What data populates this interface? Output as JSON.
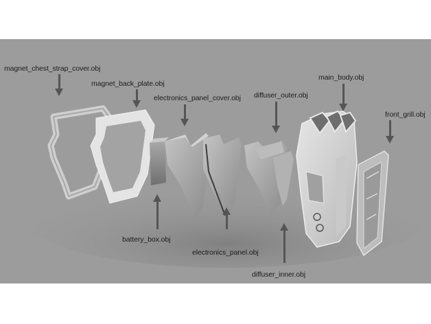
{
  "diagram": {
    "type": "exploded-view-assembly",
    "background_color": "#9c9c9c",
    "label_color": "#1c1c1c",
    "arrow_color": "#555555",
    "parts": [
      {
        "id": "magnet_chest_strap_cover",
        "label": "magnet_chest_strap_cover.obj",
        "arrow": "down"
      },
      {
        "id": "magnet_back_plate",
        "label": "magnet_back_plate.obj",
        "arrow": "down"
      },
      {
        "id": "electronics_panel_cover",
        "label": "electronics_panel_cover.obj",
        "arrow": "down"
      },
      {
        "id": "diffuser_outer",
        "label": "diffuser_outer.obj",
        "arrow": "down"
      },
      {
        "id": "main_body",
        "label": "main_body.obj",
        "arrow": "down"
      },
      {
        "id": "front_grill",
        "label": "front_grill.obj",
        "arrow": "down"
      },
      {
        "id": "battery_box",
        "label": "battery_box.obj",
        "arrow": "up"
      },
      {
        "id": "electronics_panel",
        "label": "electronics_panel.obj",
        "arrow": "up"
      },
      {
        "id": "diffuser_inner",
        "label": "diffuser_inner.obj",
        "arrow": "up"
      }
    ]
  }
}
